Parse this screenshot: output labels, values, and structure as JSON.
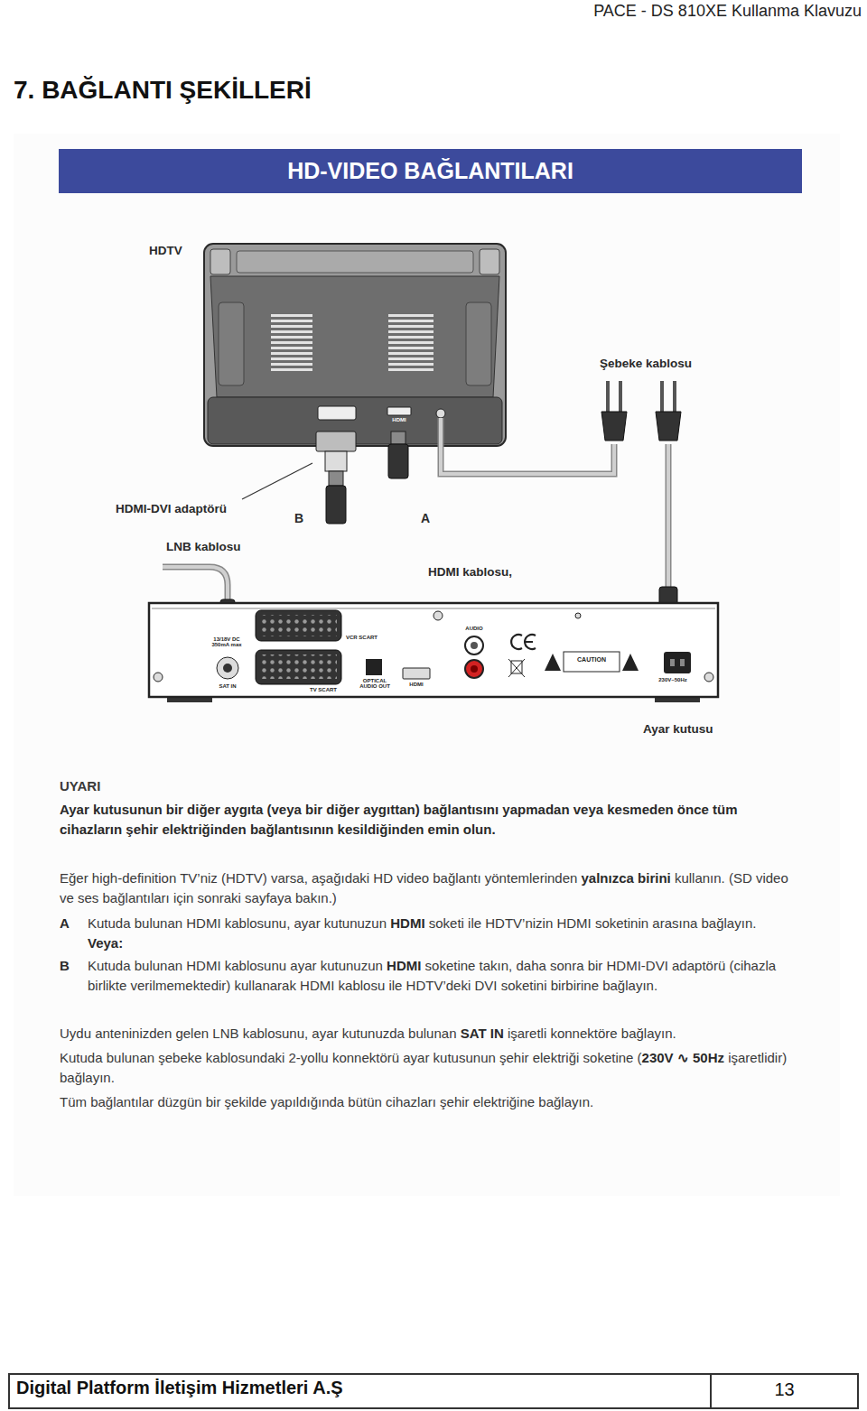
{
  "diagram": {
    "title": "7. BAĞLANTI ŞEKİLLERİ",
    "nodes": [
      {
        "text": [
          "HD-VIDEO BAĞLANTILARI"
        ]
      },
      {
        "text": [
          "HDTV"
        ]
      },
      {
        "text": [
          "Ayar kutusu"
        ]
      }
    ],
    "edges": [
      {
        "from": 2,
        "to": 1,
        "label": "A",
        "arrow": "none"
      },
      {
        "from": 2,
        "to": 1,
        "label": "B",
        "arrow": "none"
      }
    ],
    "labels": [
      "PACE - DS 810XE Kullanma Klavuzu",
      "Şebeke kablosu",
      "HDMI",
      "HDMI-DVI adaptörü",
      "LNB kablosu",
      "HDMI kablosu,",
      "13/18V DC 350mA max",
      "SAT IN",
      "VCR SCART",
      "TV SCART",
      "OPTICAL AUDIO OUT",
      "HDMI",
      "AUDIO",
      "CAUTION",
      "230V~50Hz",
      "UYARI",
      "Ayar kutusunun bir diğer aygıta (veya bir diğer aygıttan) bağlantısını yapmadan veya kesmeden önce tüm cihazların şehir elektriğinden bağlantısının kesildiğinden emin olun.",
      "Eğer high-definition TV’niz (HDTV) varsa, aşağıdaki HD video bağlantı yöntemlerinden",
      "yalnızca birini",
      "kullanın. (SD video ve ses bağlantıları için sonraki sayfaya bakın.)",
      "A",
      "Kutuda bulunan HDMI kablosunu, ayar kutunuzun",
      "HDMI",
      "soketi ile HDTV’nizin HDMI soketinin arasına bağlayın.",
      "Veya:",
      "B",
      "Kutuda bulunan HDMI kablosunu ayar kutunuzun",
      "HDMI",
      "soketine takın, daha sonra bir HDMI-DVI adaptörü (cihazla birlikte verilmemektedir) kullanarak HDMI kablosu ile HDTV’deki DVI soketini birbirine bağlayın.",
      "Uydu anteninizden gelen LNB kablosunu, ayar kutunuzda bulunan",
      "SAT IN",
      "işaretli konnektöre bağlayın.",
      "Kutuda bulunan şebeke kablosundaki 2-yollu konnektörü ayar kutusunun şehir elektriği soketine (",
      "230V ∿ 50Hz",
      "işaretlidir) bağlayın.",
      "Tüm bağlantılar düzgün bir şekilde yapıldığında bütün cihazları şehir elektriğine bağlayın.",
      "Digital Platform İletişim Hizmetleri A.Ş",
      "13"
    ]
  }
}
